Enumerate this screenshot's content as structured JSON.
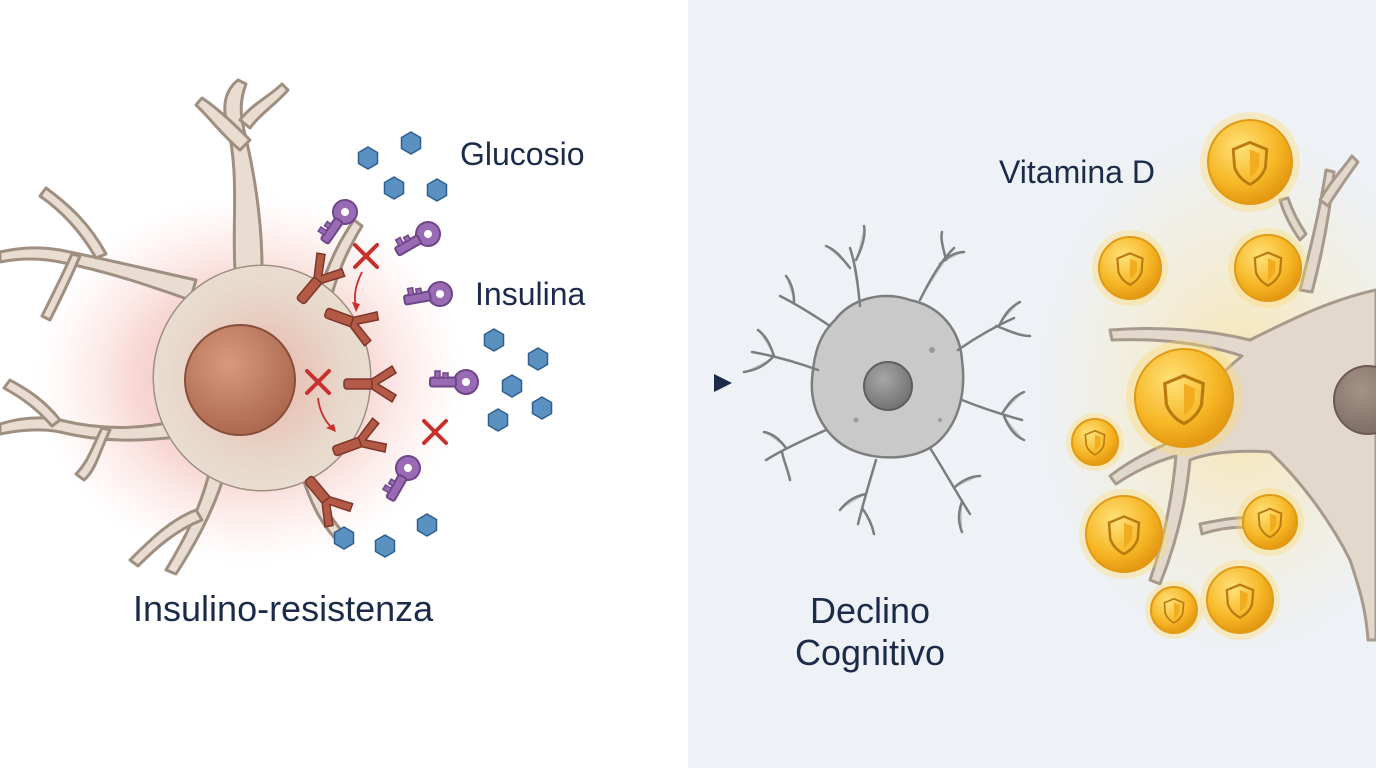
{
  "labels": {
    "glucose": "Glucosio",
    "insulin": "Insulina",
    "insulin_resistance": "Insulino-resistenza",
    "decline_line1": "Declino",
    "decline_line2": "Cognitivo",
    "vitamin_d": "Vitamina D"
  },
  "icons": [
    "neuron-icon",
    "insulin-key-icon",
    "insulin-receptor-icon",
    "glucose-hexagon-icon",
    "blocked-x-icon",
    "shield-icon",
    "arrow-right-icon"
  ],
  "colors": {
    "text": "#1c2b4a",
    "inflammation": "#e05a4a",
    "neuron": "#e8ddd0",
    "insulin_key": "#9a6bb5",
    "receptor": "#a8503f",
    "glucose": "#4f86b5",
    "blocked": "#c8302e",
    "vitamin_d": "#f2b21e",
    "right_panel_bg": "#eef1f5"
  }
}
